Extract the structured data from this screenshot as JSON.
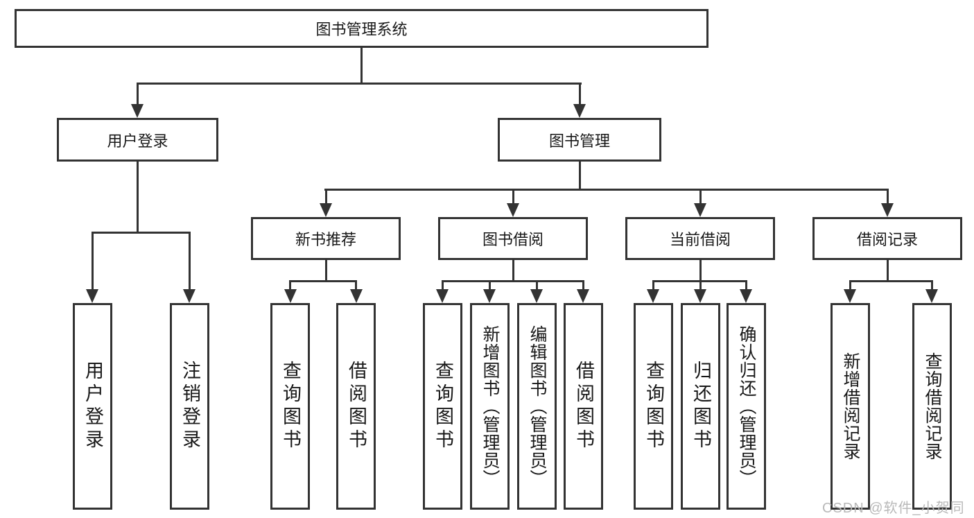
{
  "title": "图书管理系统",
  "watermark": "CSDN @软件_小贺同学",
  "colors": {
    "line": "#333333",
    "border": "#333333",
    "text": "#181818",
    "background": "#ffffff",
    "watermark": "#b9b9b9"
  },
  "tree": {
    "label": "图书管理系统",
    "children": [
      {
        "label": "用户登录",
        "children": [
          {
            "label": "用户登录"
          },
          {
            "label": "注销登录"
          }
        ]
      },
      {
        "label": "图书管理",
        "children": [
          {
            "label": "新书推荐",
            "children": [
              {
                "label": "查询图书"
              },
              {
                "label": "借阅图书"
              }
            ]
          },
          {
            "label": "图书借阅",
            "children": [
              {
                "label": "查询图书"
              },
              {
                "label": "新增图书（管理员）"
              },
              {
                "label": "编辑图书（管理员）"
              },
              {
                "label": "借阅图书"
              }
            ]
          },
          {
            "label": "当前借阅",
            "children": [
              {
                "label": "查询图书"
              },
              {
                "label": "归还图书"
              },
              {
                "label": "确认归还（管理员）"
              }
            ]
          },
          {
            "label": "借阅记录",
            "children": [
              {
                "label": "新增借阅记录"
              },
              {
                "label": "查询借阅记录"
              }
            ]
          }
        ]
      }
    ]
  }
}
